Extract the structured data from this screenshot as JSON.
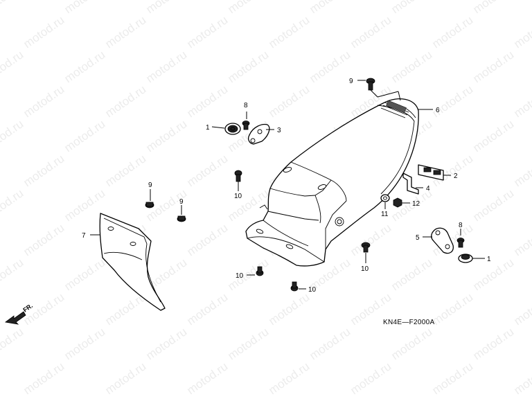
{
  "watermark": {
    "text": "motod.ru"
  },
  "diagram_code": "KN4E—F2000A",
  "direction_marker": {
    "label": "FR.",
    "icon": "arrow-left-icon"
  },
  "callouts": [
    {
      "id": "c1a",
      "num": "1"
    },
    {
      "id": "c1b",
      "num": "1"
    },
    {
      "id": "c2",
      "num": "2"
    },
    {
      "id": "c3",
      "num": "3"
    },
    {
      "id": "c4",
      "num": "4"
    },
    {
      "id": "c5",
      "num": "5"
    },
    {
      "id": "c6",
      "num": "6"
    },
    {
      "id": "c7",
      "num": "7"
    },
    {
      "id": "c8a",
      "num": "8"
    },
    {
      "id": "c8b",
      "num": "8"
    },
    {
      "id": "c9a",
      "num": "9"
    },
    {
      "id": "c9b",
      "num": "9"
    },
    {
      "id": "c9c",
      "num": "9"
    },
    {
      "id": "c10a",
      "num": "10"
    },
    {
      "id": "c10b",
      "num": "10"
    },
    {
      "id": "c10c",
      "num": "10"
    },
    {
      "id": "c10d",
      "num": "10"
    },
    {
      "id": "c11",
      "num": "11"
    },
    {
      "id": "c12",
      "num": "12"
    }
  ]
}
